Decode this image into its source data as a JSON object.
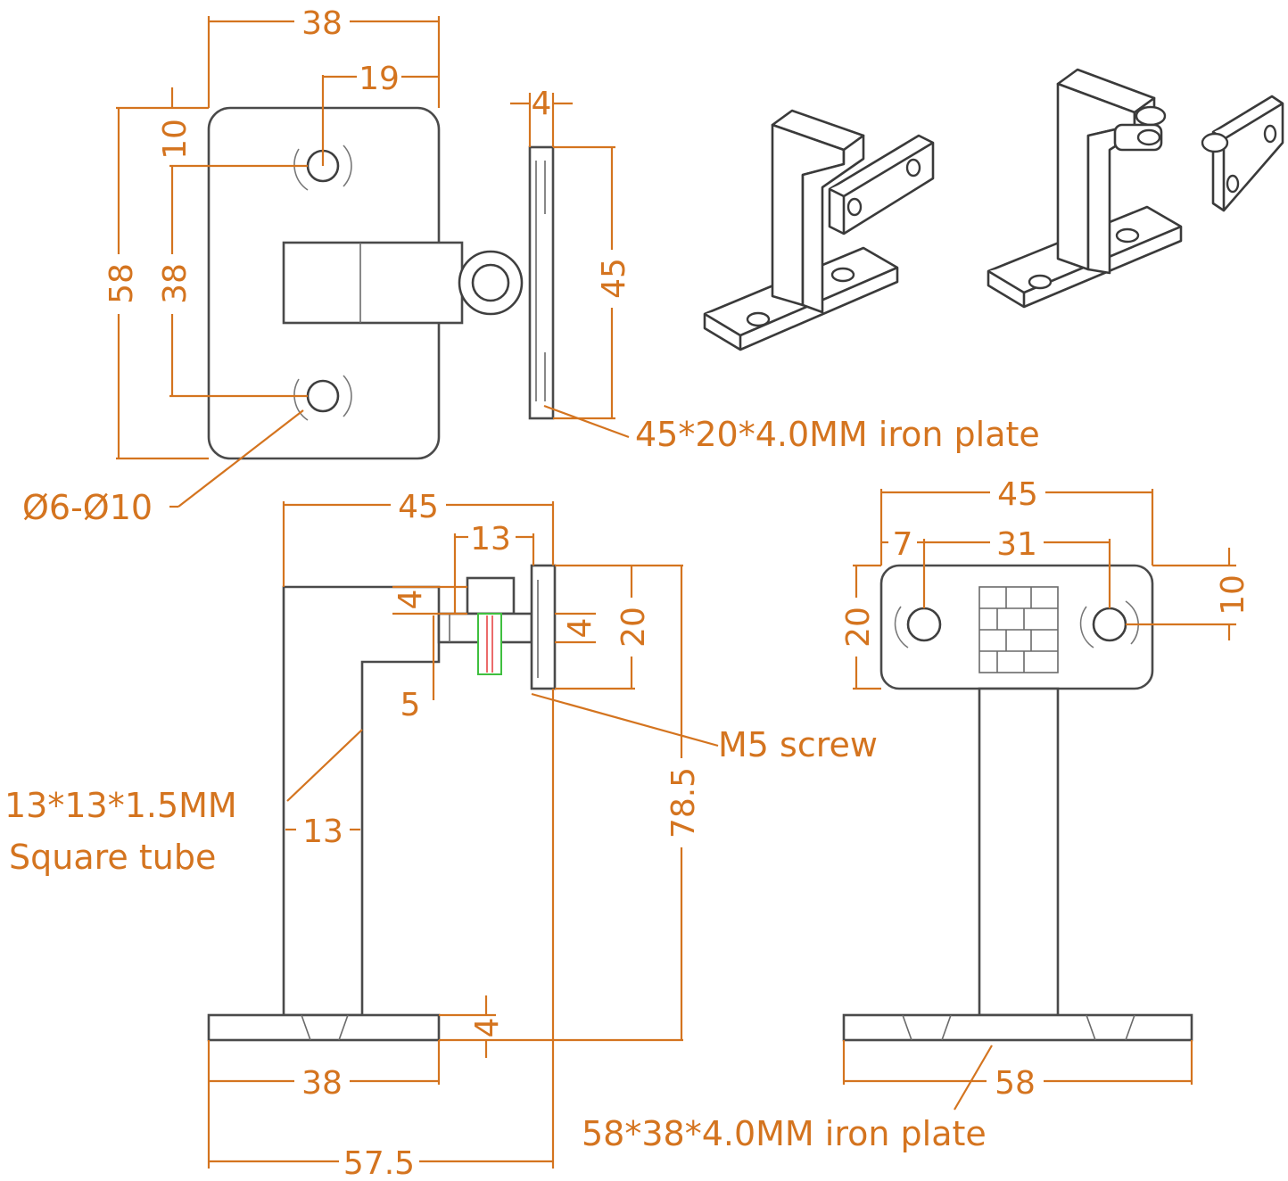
{
  "top_view": {
    "dims": {
      "width_overall": "38",
      "hole_offset_x": "19",
      "hole_offset_top": "10",
      "height_overall": "58",
      "hole_spacing": "38",
      "plate_thickness": "4",
      "plate_height": "45"
    },
    "callouts": {
      "hole_diameter": "Ø6-Ø10",
      "top_plate": "45*20*4.0MM iron plate"
    }
  },
  "side_view": {
    "dims": {
      "tube_span": "45",
      "screw_span": "13",
      "bolt_head": "4",
      "plate_offset": "4",
      "plate_height": "20",
      "tube_gap": "5",
      "total_height": "78.5",
      "tube_width": "13",
      "base_thickness": "4",
      "base_width": "38",
      "total_width": "57.5"
    },
    "callouts": {
      "screw": "M5 screw",
      "tube_line1": "13*13*1.5MM",
      "tube_line2": "Square tube",
      "base_plate": "58*38*4.0MM iron plate"
    }
  },
  "front_view": {
    "dims": {
      "width": "45",
      "hole_inset": "7",
      "hole_spacing": "31",
      "hole_offset": "10",
      "height": "20",
      "base_width": "58"
    }
  },
  "colors": {
    "dimension": "#d4741f",
    "outline": "#4a4a4a"
  }
}
